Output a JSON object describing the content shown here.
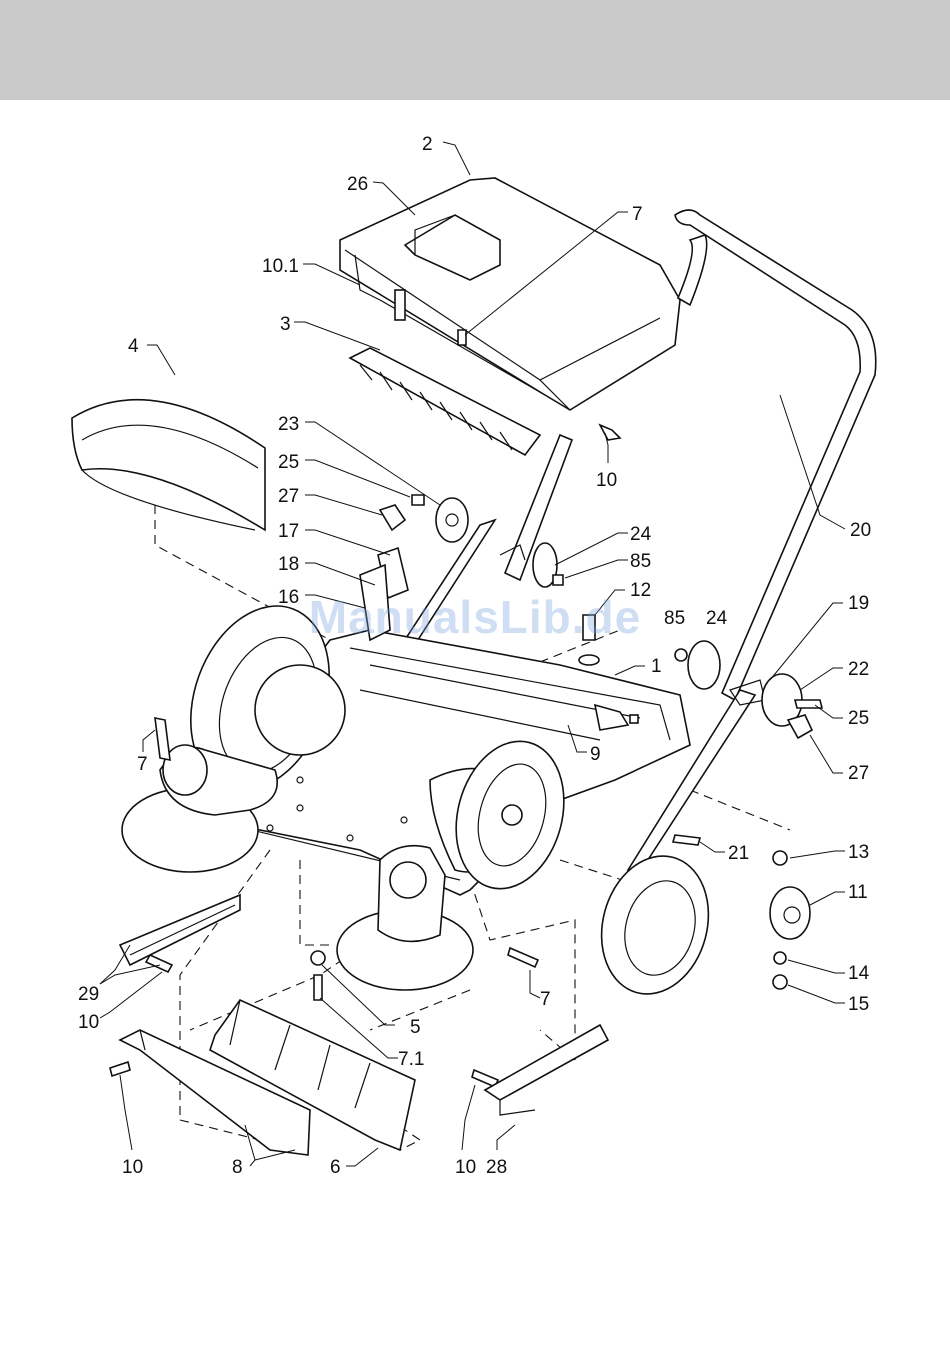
{
  "watermark": "ManualsLib.de",
  "labels": [
    "2",
    "26",
    "7",
    "10.1",
    "3",
    "4",
    "23",
    "25",
    "27",
    "17",
    "18",
    "16",
    "10",
    "24",
    "85",
    "12",
    "85",
    "24",
    "1",
    "20",
    "19",
    "22",
    "25",
    "27",
    "9",
    "7",
    "21",
    "13",
    "11",
    "14",
    "15",
    "29",
    "10",
    "5",
    "7.1",
    "7",
    "10",
    "8",
    "6",
    "10",
    "28"
  ]
}
